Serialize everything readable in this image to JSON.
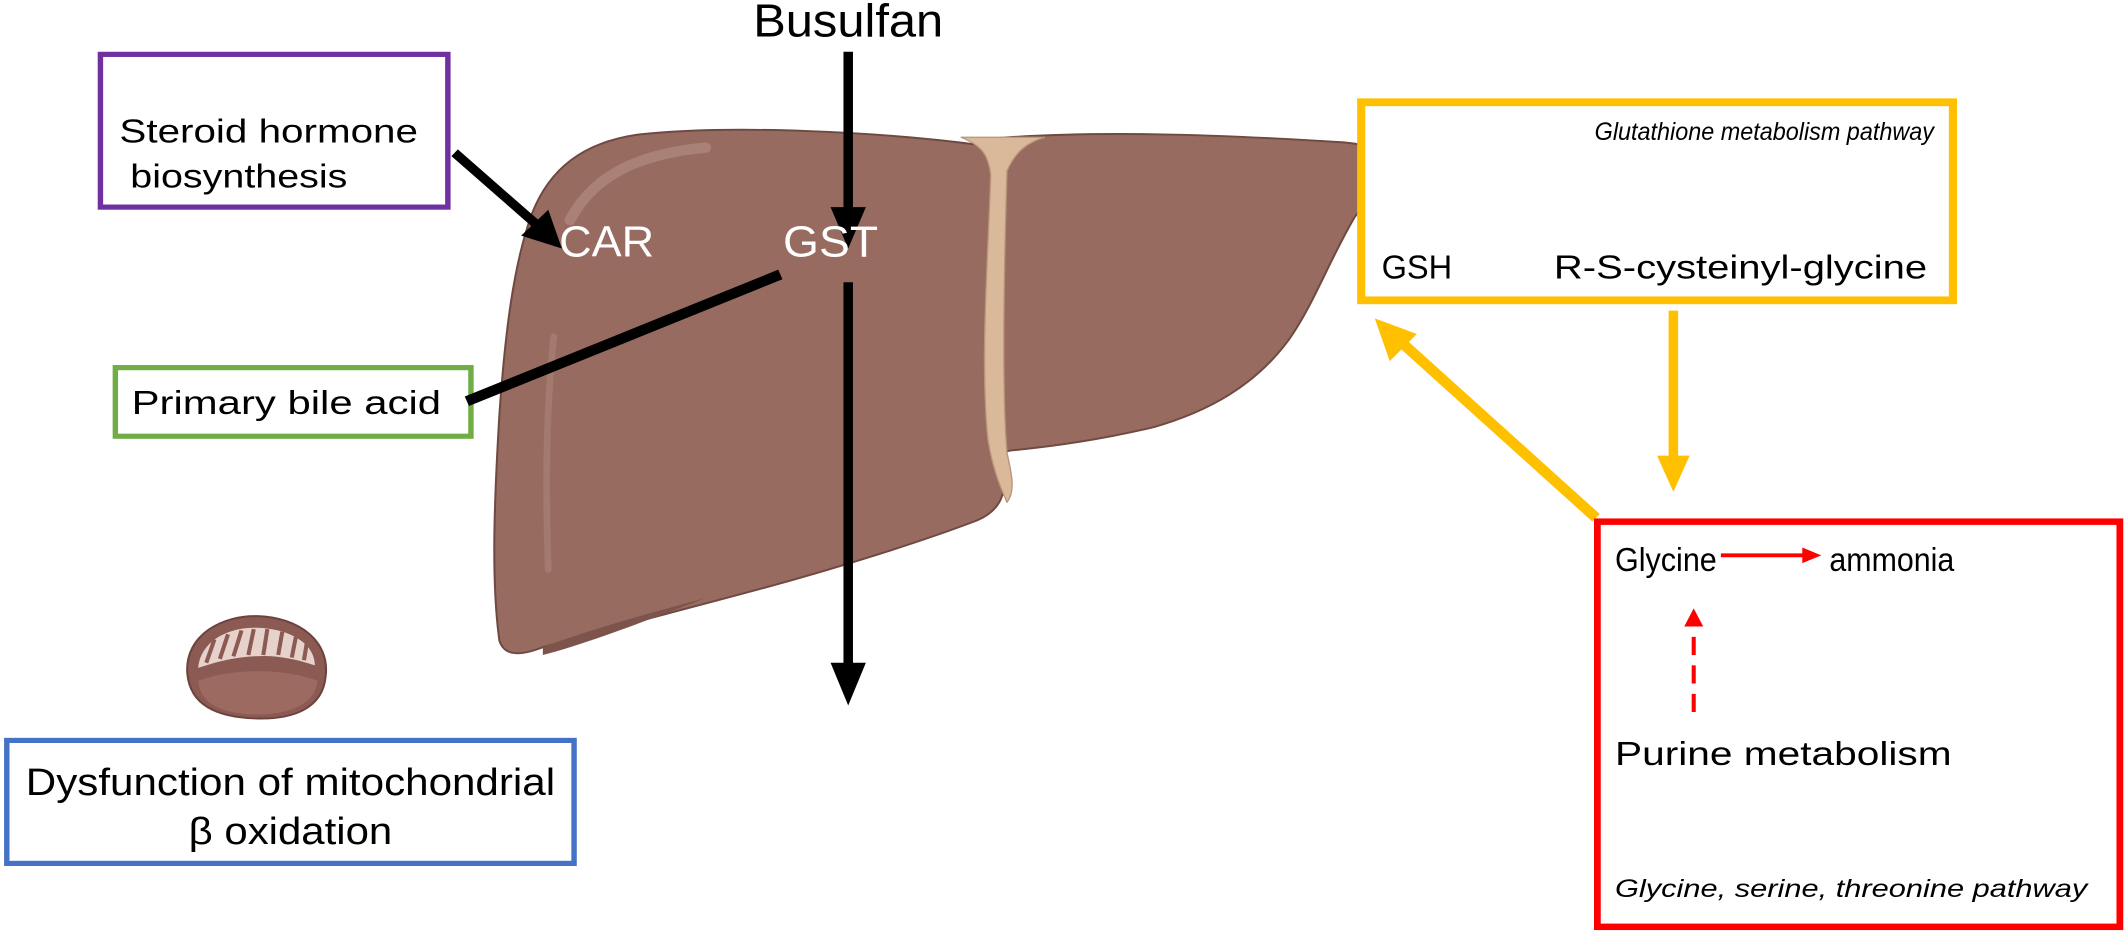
{
  "title": "Busulfan",
  "colors": {
    "liver": "#976b60",
    "purple": "#7030A0",
    "green": "#70AD47",
    "blue": "#4472C4",
    "yellow": "#FFC000",
    "red": "#FF0000"
  },
  "liver_labels": {
    "car": "CAR",
    "gst": "GST"
  },
  "boxes": {
    "steroid": {
      "line1": "Steroid hormone",
      "line2": "biosynthesis"
    },
    "bile": {
      "label": "Primary bile  acid"
    },
    "mito": {
      "line1": "Dysfunction of mitochondrial",
      "line2": "β oxidation"
    },
    "glutathione": {
      "pathway": "Glutathione  metabolism pathway",
      "left": "GSH",
      "right": "R-S-cysteinyl-glycine"
    },
    "glycine": {
      "glycine": "Glycine",
      "ammonia": "ammonia",
      "purine": "Purine metabolism",
      "pathway": "Glycine, serine, threonine pathway"
    }
  }
}
